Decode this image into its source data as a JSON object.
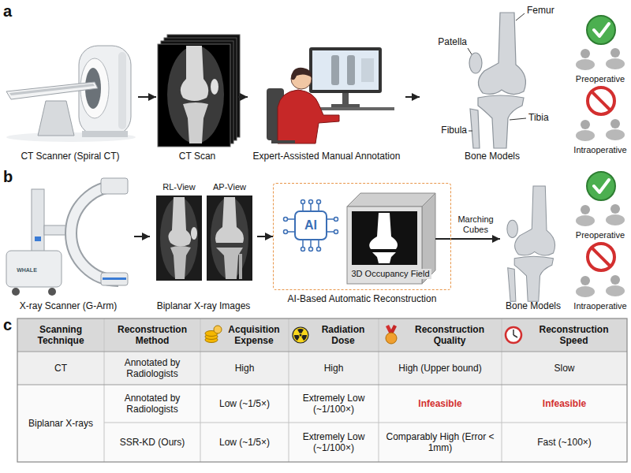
{
  "diagram": {
    "nodes": [
      {
        "text": [
          "CT Scanner (Spiral CT)"
        ]
      },
      {
        "text": [
          "CT Scan"
        ]
      },
      {
        "text": [
          "Expert-Assisted Manual Annotation"
        ]
      },
      {
        "text": [
          "Bone Models"
        ]
      },
      {
        "text": [
          "X-ray Scanner (G-Arm)"
        ]
      },
      {
        "text": [
          "Biplanar X-ray Images"
        ]
      },
      {
        "text": [
          "AI-Based Automatic Reconstruction"
        ]
      },
      {
        "text": [
          "3D Occupancy Field"
        ],
        "in": 6
      },
      {
        "text": [
          "Bone Models"
        ]
      }
    ],
    "edges": [
      {
        "from": 0,
        "to": 1,
        "arrow": "to"
      },
      {
        "from": 1,
        "to": 2,
        "arrow": "to"
      },
      {
        "from": 2,
        "to": 3,
        "arrow": "to"
      },
      {
        "from": 4,
        "to": 5,
        "arrow": "to"
      },
      {
        "from": 5,
        "to": 6,
        "arrow": "to"
      },
      {
        "from": 7,
        "to": 8,
        "arrow": "to",
        "label": "Marching Cubes"
      }
    ],
    "labels": [
      "a",
      "Patella",
      "Femur",
      "Fibula",
      "Tibia",
      "Preoperative",
      "Intraoperative",
      "b",
      "WHALE",
      "RL-View",
      "AP-View",
      "AI",
      "Preoperative",
      "Intraoperative",
      "c",
      "Scanning Technique",
      "Reconstruction Method",
      "Acquisition Expense",
      "Radiation Dose",
      "Reconstruction Quality",
      "Reconstruction Speed",
      "CT",
      "Annotated by Radiologists",
      "High",
      "High",
      "High (Upper bound)",
      "Slow",
      "Biplanar X-rays",
      "Annotated by Radiologists",
      "Low (~1/5×)",
      "Extremely Low (~1/100×)",
      "Infeasible",
      "Infeasible",
      "SSR-KD (Ours)",
      "Low (~1/5×)",
      "Extremely Low (~1/100×)",
      "Comparably High (Error < 1mm)",
      "Fast (~100×)"
    ]
  }
}
